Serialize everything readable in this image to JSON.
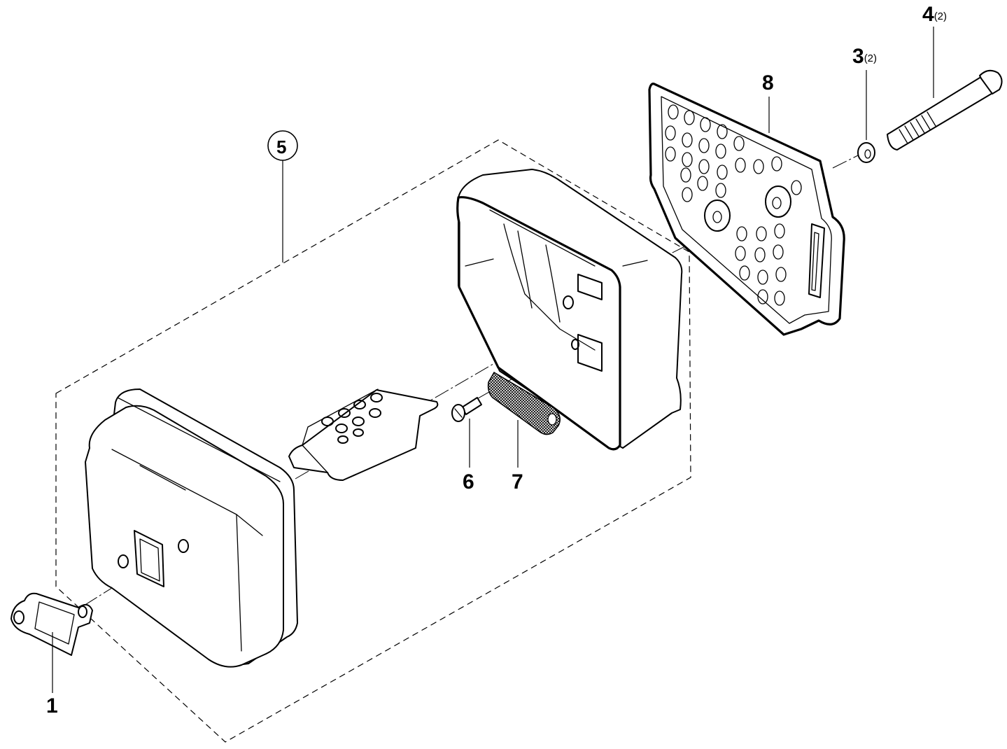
{
  "callouts": [
    {
      "id": "1",
      "number": "1",
      "qty": ""
    },
    {
      "id": "3",
      "number": "3",
      "qty": "(2)"
    },
    {
      "id": "4",
      "number": "4",
      "qty": "(2)"
    },
    {
      "id": "5",
      "number": "5",
      "qty": ""
    },
    {
      "id": "6",
      "number": "6",
      "qty": ""
    },
    {
      "id": "7",
      "number": "7",
      "qty": ""
    },
    {
      "id": "8",
      "number": "8",
      "qty": ""
    }
  ],
  "colors": {
    "ink": "#000000",
    "paper": "#ffffff"
  }
}
